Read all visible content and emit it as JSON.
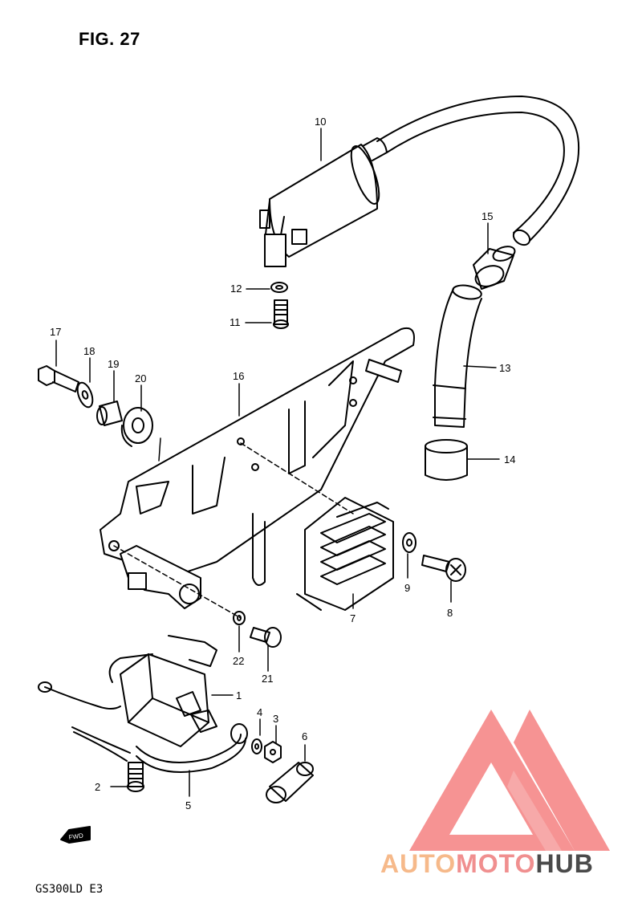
{
  "figure": {
    "title": "FIG. 27",
    "model_code": "GS300LD E3",
    "fwd_label": "FWD"
  },
  "watermark": {
    "part1": "AUTO",
    "part2": "MOTO",
    "part3": "HUB",
    "colors": {
      "auto": "#f6b98a",
      "moto": "#f08f8f",
      "hub": "#4a4a4a",
      "logo": "#f07c7c"
    }
  },
  "callouts": {
    "c1": "1",
    "c2": "2",
    "c3": "3",
    "c4": "4",
    "c5": "5",
    "c6": "6",
    "c7": "7",
    "c8": "8",
    "c9": "9",
    "c10": "10",
    "c11": "11",
    "c12": "12",
    "c13": "13",
    "c14": "14",
    "c15": "15",
    "c16": "16",
    "c17": "17",
    "c18": "18",
    "c19": "19",
    "c20": "20",
    "c21": "21",
    "c22": "22"
  }
}
